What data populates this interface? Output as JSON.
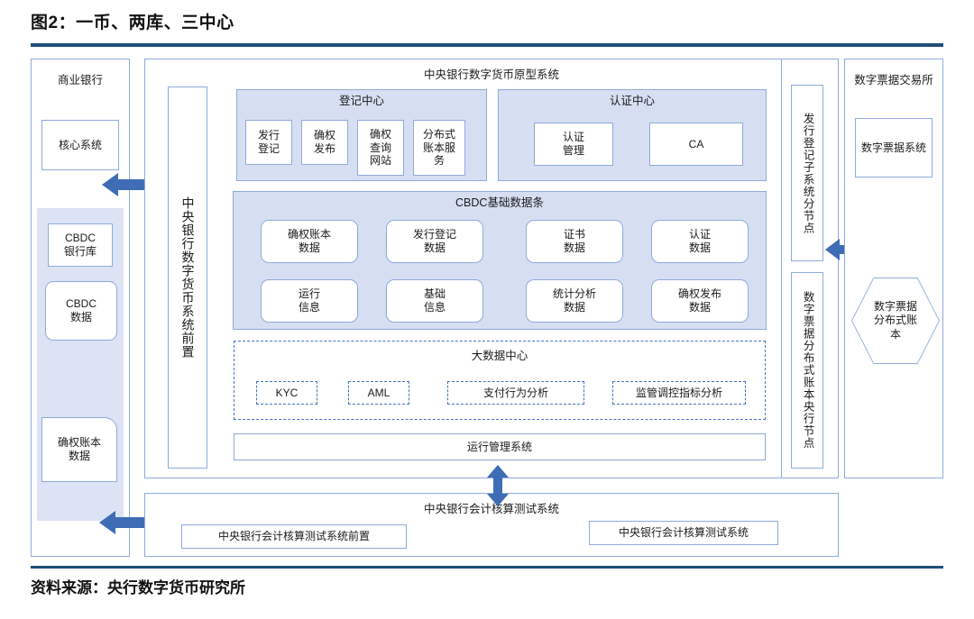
{
  "figure": {
    "title": "图2：一币、两库、三中心",
    "source": "资料来源：央行数字货币研究所"
  },
  "colors": {
    "accent": "#1F4E79",
    "box_border": "#8FAADC",
    "box_fill": "#D6DFF2",
    "shade_fill": "#DCE3F4",
    "arrow": "#3E6DB5",
    "dash_border": "#4472C4"
  },
  "commercial_bank": {
    "title": "商业银行",
    "core_system": "核心系统",
    "vault_items": [
      {
        "label": "CBDC\n银行库",
        "shape": "rect"
      },
      {
        "label": "CBDC\n数据",
        "shape": "rounded"
      },
      {
        "label": "确权账本\n数据",
        "shape": "document"
      }
    ]
  },
  "frontend_column": {
    "label": "中央银行数字货币系统前置"
  },
  "prototype_system": {
    "title": "中央银行数字货币原型系统",
    "registration_center": {
      "title": "登记中心",
      "items": [
        "发行\n登记",
        "确权\n发布",
        "确权\n查询\n网站",
        "分布式\n账本服\n务"
      ]
    },
    "authentication_center": {
      "title": "认证中心",
      "items": [
        "认证\n管理",
        "CA"
      ]
    },
    "cbdc_data_strip": {
      "title": "CBDC基础数据条",
      "items": [
        "确权账本\n数据",
        "发行登记\n数据",
        "证书\n数据",
        "认证\n数据",
        "运行\n信息",
        "基础\n信息",
        "统计分析\n数据",
        "确权发布\n数据"
      ]
    },
    "big_data_center": {
      "title": "大数据中心",
      "items": [
        "KYC",
        "AML",
        "支付行为分析",
        "监管调控指标分析"
      ]
    },
    "operation_management": "运行管理系统"
  },
  "node_column": {
    "items": [
      "发行登记子系统分节点",
      "数字票据分布式账本央行节点"
    ]
  },
  "bill_exchange": {
    "title": "数字票据交易所",
    "system": "数字票据系统",
    "ledger": "数字票据\n分布式账\n本"
  },
  "accounting_system": {
    "title": "中央银行会计核算测试系统",
    "frontend": "中央银行会计核算测试系统前置",
    "backend": "中央银行会计核算测试系统"
  },
  "arrows": [
    {
      "name": "bank-to-frontend",
      "direction": "bidirectional",
      "orientation": "horizontal"
    },
    {
      "name": "bank-to-accounting",
      "direction": "bidirectional",
      "orientation": "horizontal"
    },
    {
      "name": "node-to-exchange",
      "direction": "bidirectional",
      "orientation": "horizontal"
    },
    {
      "name": "prototype-to-accounting",
      "direction": "bidirectional",
      "orientation": "vertical"
    }
  ]
}
